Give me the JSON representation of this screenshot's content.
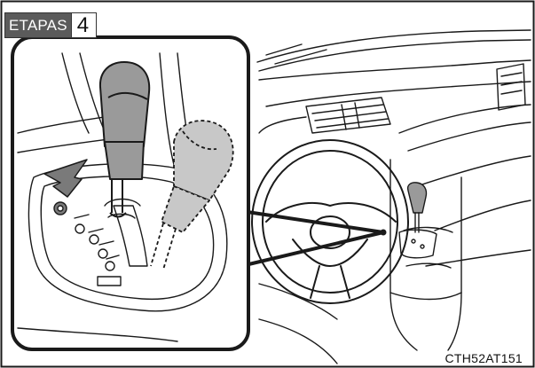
{
  "step": {
    "label": "ETAPAS",
    "number": "4"
  },
  "figure": {
    "code": "CTH52AT151"
  },
  "colors": {
    "stroke": "#1a1a1a",
    "knob": "#9a9a9a",
    "knob_ghost": "#c8c8c8",
    "arrow": "#7a7a7a",
    "badge_bg": "#5b5b5b"
  },
  "icons": [
    "shift-knob-icon",
    "push-arrow-icon",
    "steering-wheel-icon"
  ]
}
